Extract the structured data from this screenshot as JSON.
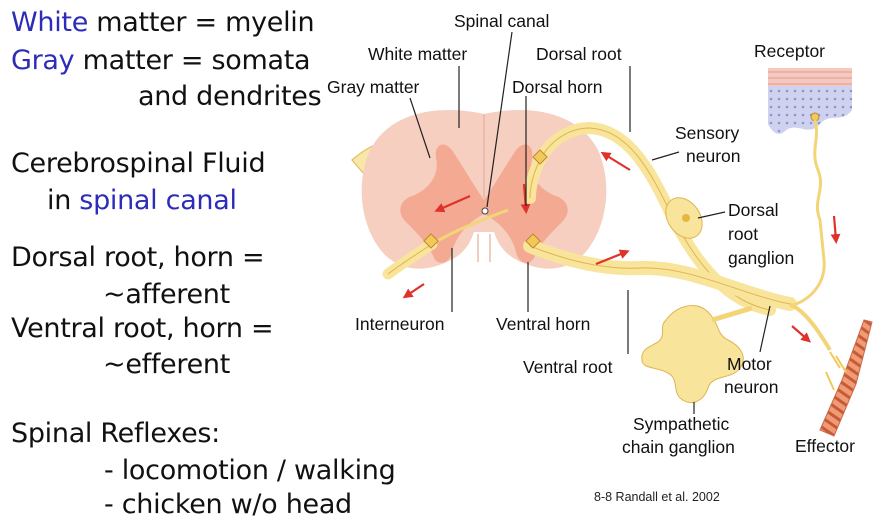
{
  "notes": {
    "white_matter": {
      "term": "White",
      "rest": " matter = myelin"
    },
    "gray_matter": {
      "term": "Gray",
      "rest": " matter = somata",
      "cont": "and dendrites"
    },
    "csf": {
      "line1": "Cerebrospinal Fluid",
      "pre": "in ",
      "term": "spinal canal"
    },
    "dorsal": {
      "line1": "Dorsal root, horn =",
      "line2": "~afferent"
    },
    "ventral": {
      "line1": "Ventral root, horn =",
      "line2": "~efferent"
    },
    "reflex": {
      "title": "Spinal Reflexes:",
      "items": [
        "- locomotion / walking",
        "- chicken w/o head"
      ]
    }
  },
  "labels": {
    "spinal_canal": "Spinal canal",
    "white_matter": "White matter",
    "gray_matter": "Gray matter",
    "dorsal_root": "Dorsal root",
    "dorsal_horn": "Dorsal horn",
    "receptor": "Receptor",
    "sensory_neuron": [
      "Sensory",
      "neuron"
    ],
    "dorsal_root_ganglion": [
      "Dorsal",
      "root",
      "ganglion"
    ],
    "interneuron": "Interneuron",
    "ventral_horn": "Ventral horn",
    "ventral_root": "Ventral root",
    "motor_neuron": [
      "Motor",
      "neuron"
    ],
    "sympathetic_chain_ganglion": [
      "Sympathetic",
      "chain ganglion"
    ],
    "effector": "Effector"
  },
  "credit": "8-8 Randall et al. 2002",
  "colors": {
    "term_blue": "#2c2cb8",
    "white_matter_pink": "#f6cfc0",
    "gray_matter_pink": "#f2a78f",
    "nerve_yellow": "#f8e59b",
    "nerve_outline": "#e0b450",
    "arrow_red": "#e0312a"
  }
}
